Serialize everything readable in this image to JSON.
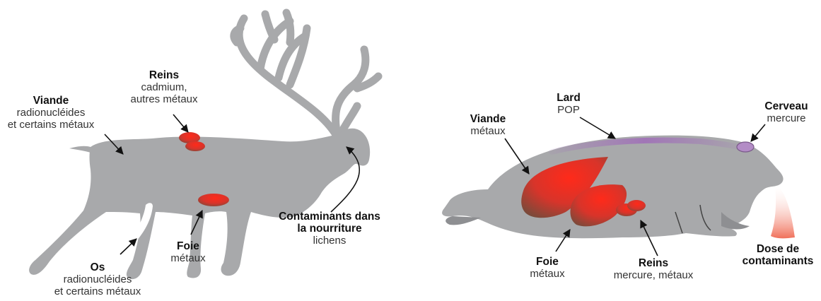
{
  "caribou": {
    "viande": {
      "title": "Viande",
      "line1": "radionucléides",
      "line2": "et certains métaux"
    },
    "reins": {
      "title": "Reins",
      "line1": "cadmium,",
      "line2": "autres métaux"
    },
    "foie": {
      "title": "Foie",
      "line1": "métaux"
    },
    "os": {
      "title": "Os",
      "line1": "radionucléides",
      "line2": "et certains métaux"
    },
    "contaminants": {
      "title1": "Contaminants dans",
      "title2": "la nourriture",
      "line1": "lichens"
    }
  },
  "seal": {
    "viande": {
      "title": "Viande",
      "line1": "métaux"
    },
    "lard": {
      "title": "Lard",
      "line1": "POP"
    },
    "cerveau": {
      "title": "Cerveau",
      "line1": "mercure"
    },
    "foie": {
      "title": "Foie",
      "line1": "métaux"
    },
    "reins": {
      "title": "Reins",
      "line1": "mercure, métaux"
    },
    "dose": {
      "title1": "Dose de",
      "title2": "contaminants"
    }
  },
  "colors": {
    "body": "#a8a9ab",
    "organ": "#d8342a",
    "blubber": "#a070b8",
    "brain": "#b38cc6",
    "arrow": "#111111"
  }
}
